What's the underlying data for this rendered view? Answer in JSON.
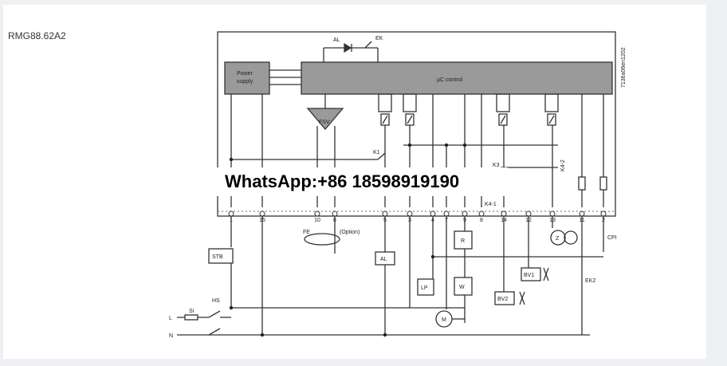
{
  "model": "RMG88.62A2",
  "doc_code": "7136a06en1202",
  "blocks": {
    "power_supply_l1": "Power",
    "power_supply_l2": "supply",
    "uc": "µC control",
    "fsv": "FSV"
  },
  "labels": {
    "al_top": "AL",
    "ek_top": "EK",
    "k1": "K1",
    "k3": "K3",
    "k4_2": "K4-2",
    "k4_1": "K4-1",
    "fe": "FE",
    "option": "(Option)",
    "al_box": "AL",
    "stb": "STB",
    "hs": "HS",
    "si": "Si",
    "l": "L",
    "n": "N",
    "r": "R",
    "lp": "LP",
    "w": "W",
    "m": "M",
    "z": "Z",
    "cpi": "CPI",
    "bv1": "BV1",
    "bv2": "BV2",
    "ek2": "EK2"
  },
  "terminals": [
    "1",
    "15",
    "10",
    "6",
    "5",
    "3",
    "4",
    "7",
    "9",
    "8",
    "14",
    "12",
    "13",
    "11",
    "2"
  ],
  "watermark": "WhatsApp:+86 18598919190"
}
